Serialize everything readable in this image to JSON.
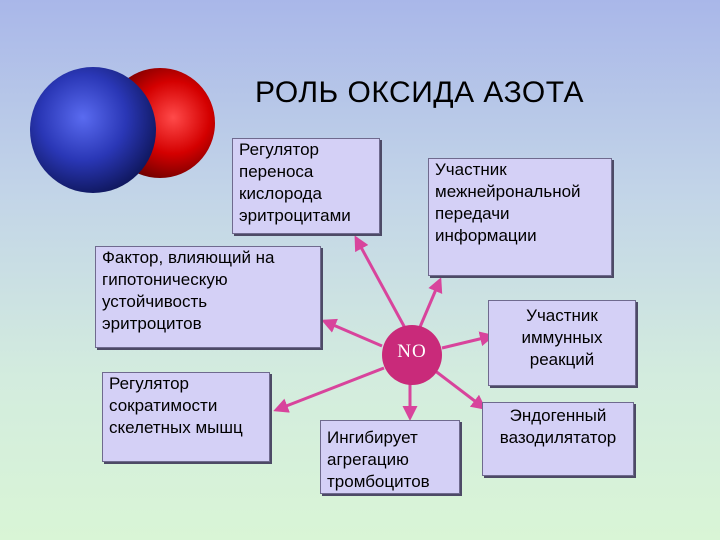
{
  "title": "РОЛЬ ОКСИДА АЗОТА",
  "center": {
    "label": "NO"
  },
  "nodes": {
    "oxygen_transfer": "Регулятор\nпереноса\nкислорода\nэритроцитами",
    "interneuronal": "Участник\nмежнейрональной\nпередачи\nинформации",
    "hypotonic": "Фактор, влияющий на\nгипотоническую\nустойчивость\nэритроцитов",
    "immune": "Участник\nиммунных\nреакций",
    "muscle": "Регулятор\nсократимости\nскелетных мышц",
    "vasodilator": "Эндогенный\nвазодилятатор",
    "platelets": "Ингибирует\nагрегацию\nтромбоцитов"
  },
  "colors": {
    "arrow": "#d8449c",
    "center_node": "#c92a7a",
    "box_fill": "#d4d0f6",
    "molecule_red": "#d00000",
    "molecule_blue": "#2a39b8"
  }
}
